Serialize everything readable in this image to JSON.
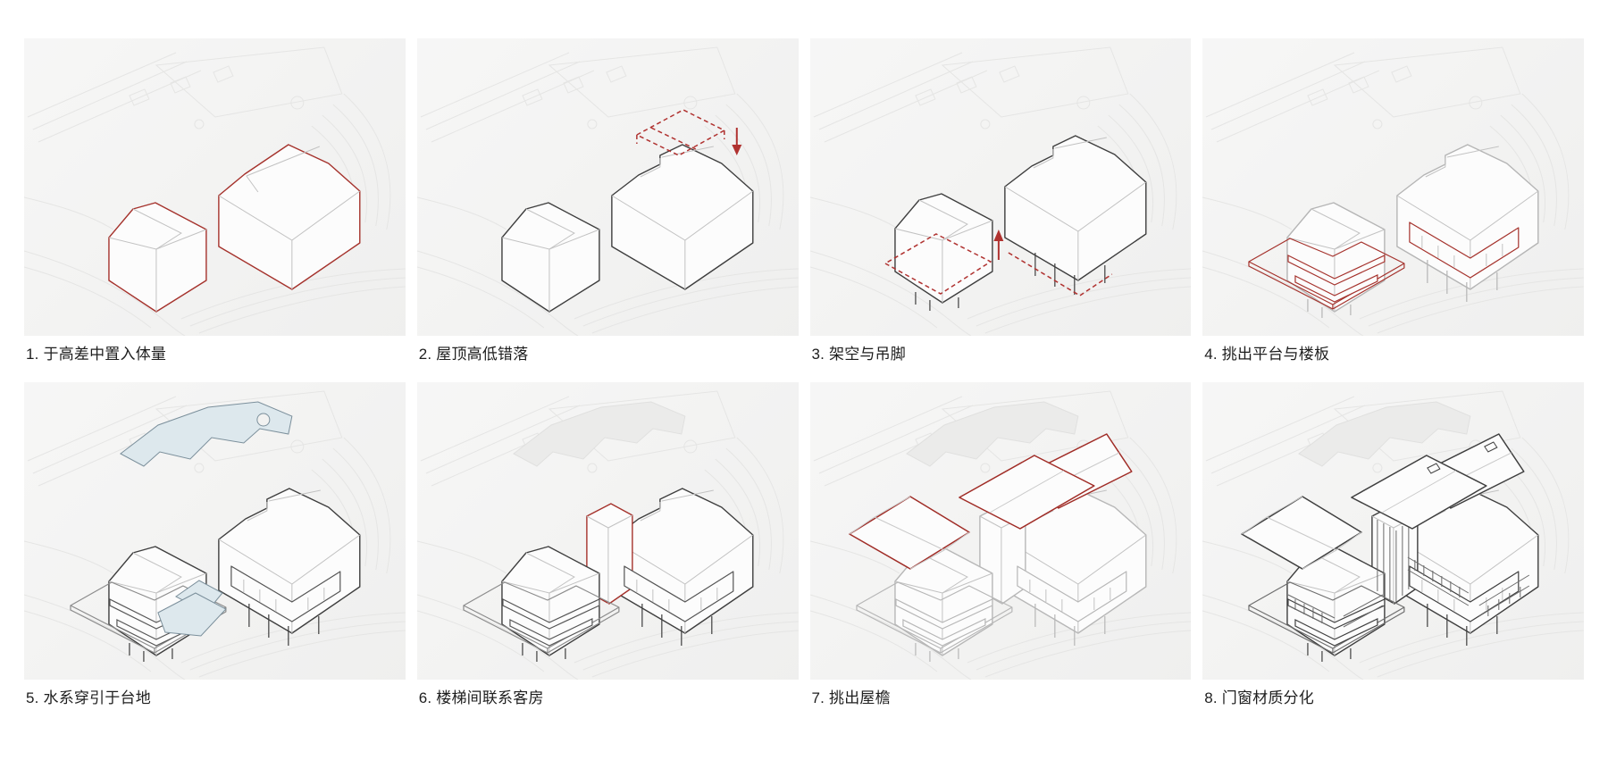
{
  "sheet": {
    "panels": [
      {
        "step": 1,
        "caption": "1. 于高差中置入体量"
      },
      {
        "step": 2,
        "caption": "2. 屋顶高低错落"
      },
      {
        "step": 3,
        "caption": "3. 架空与吊脚"
      },
      {
        "step": 4,
        "caption": "4. 挑出平台与楼板"
      },
      {
        "step": 5,
        "caption": "5. 水系穿引于台地"
      },
      {
        "step": 6,
        "caption": "6. 楼梯间联系客房"
      },
      {
        "step": 7,
        "caption": "7. 挑出屋檐"
      },
      {
        "step": 8,
        "caption": "8. 门窗材质分化"
      }
    ],
    "icons": {
      "step2_arrow": "down-arrow",
      "step3_arrow": "up-arrow"
    },
    "colors": {
      "accent_red": "#a5322c",
      "dashed_red": "#b03230",
      "line_black": "#3e3e3e",
      "line_light_gray": "#b5b5b5",
      "inner_line_gray": "#c2c2c2",
      "water_fill": "#dde8ed",
      "water_edge": "#7b8f9b",
      "panel_background": "#f2f2f1",
      "page_background": "#ffffff",
      "caption_text": "#1e1e1e"
    }
  }
}
